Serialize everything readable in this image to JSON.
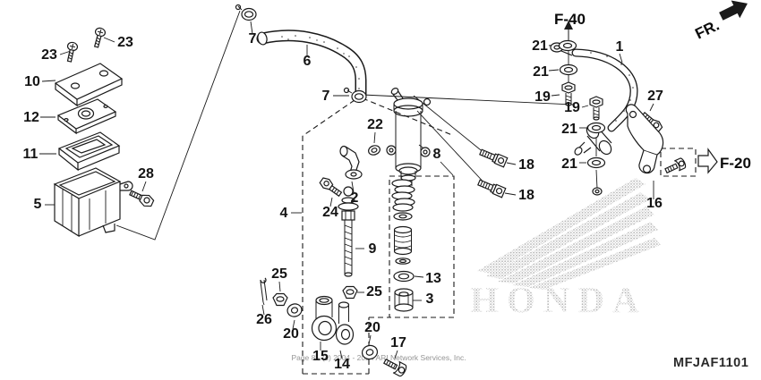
{
  "diagram": {
    "code": "MFJAF1101",
    "orientation_marker": "FR.",
    "ref_arrow_top": "F-40",
    "ref_arrow_right": "F-20",
    "watermark_brand": "HONDA",
    "watermark_copyright": "Page 8 - (c) 2004 - 2024 ARI Network Services, Inc.",
    "background_color": "#ffffff",
    "line_color": "#1a1a1a",
    "watermark_color": "#ababab"
  },
  "callouts": [
    {
      "label": "23"
    },
    {
      "label": "23"
    },
    {
      "label": "10"
    },
    {
      "label": "12"
    },
    {
      "label": "11"
    },
    {
      "label": "5"
    },
    {
      "label": "28"
    },
    {
      "label": "7"
    },
    {
      "label": "6"
    },
    {
      "label": "7"
    },
    {
      "label": "22"
    },
    {
      "label": "2"
    },
    {
      "label": "24"
    },
    {
      "label": "4"
    },
    {
      "label": "9"
    },
    {
      "label": "25"
    },
    {
      "label": "25"
    },
    {
      "label": "26"
    },
    {
      "label": "20"
    },
    {
      "label": "15"
    },
    {
      "label": "14"
    },
    {
      "label": "20"
    },
    {
      "label": "17"
    },
    {
      "label": "13"
    },
    {
      "label": "3"
    },
    {
      "label": "8"
    },
    {
      "label": "18"
    },
    {
      "label": "18"
    },
    {
      "label": "21"
    },
    {
      "label": "21"
    },
    {
      "label": "19"
    },
    {
      "label": "19"
    },
    {
      "label": "21"
    },
    {
      "label": "21"
    },
    {
      "label": "27"
    },
    {
      "label": "1"
    },
    {
      "label": "16"
    }
  ]
}
